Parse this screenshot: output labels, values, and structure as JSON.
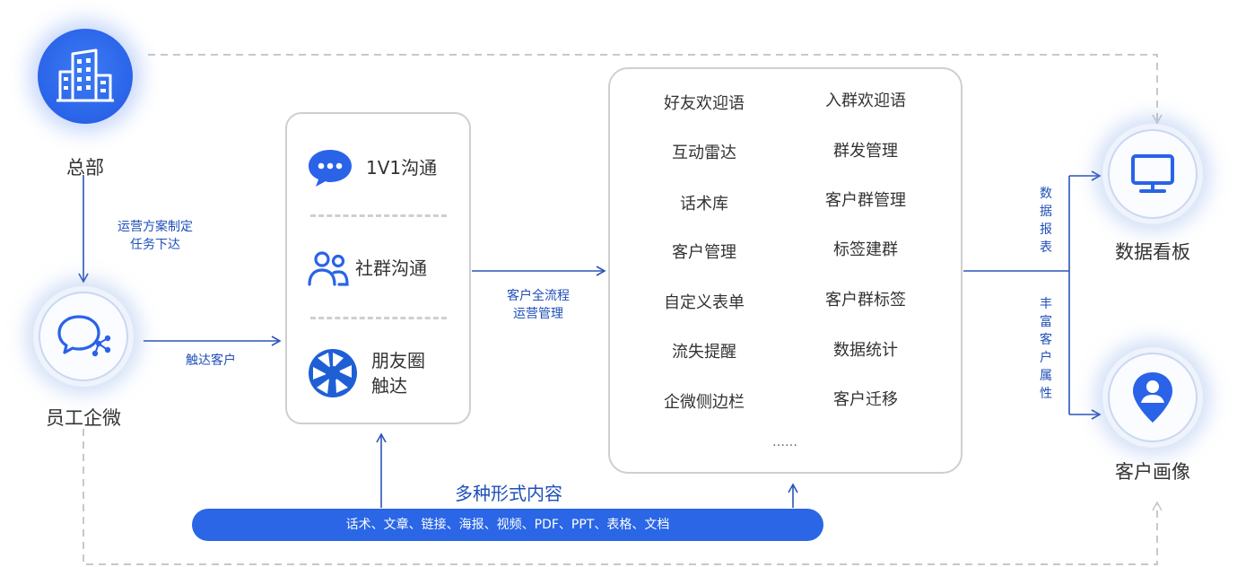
{
  "nodes": {
    "hq": "总部",
    "staff": "员工企微",
    "dashboard": "数据看板",
    "profile": "客户画像"
  },
  "edges": {
    "plan": [
      "运营方案制定",
      "任务下达"
    ],
    "reach": "触达客户",
    "flow": [
      "客户全流程",
      "运营管理"
    ],
    "report": "数据报表",
    "enrich": "丰富客户属性"
  },
  "channels": {
    "one_on_one": "1V1沟通",
    "community": "社群沟通",
    "moments": [
      "朋友圈",
      "触达"
    ]
  },
  "features": {
    "left": [
      "好友欢迎语",
      "互动雷达",
      "话术库",
      "客户管理",
      "自定义表单",
      "流失提醒",
      "企微侧边栏"
    ],
    "right": [
      "入群欢迎语",
      "群发管理",
      "客户群管理",
      "标签建群",
      "客户群标签",
      "数据统计",
      "客户迁移"
    ],
    "more": "……"
  },
  "content": {
    "title": "多种形式内容",
    "types": "话术、文章、链接、海报、视频、PDF、PPT、表格、文档"
  },
  "colors": {
    "accent": "#2a66e6",
    "line": "#2b55b8",
    "dashed": "#c8c8c8"
  }
}
